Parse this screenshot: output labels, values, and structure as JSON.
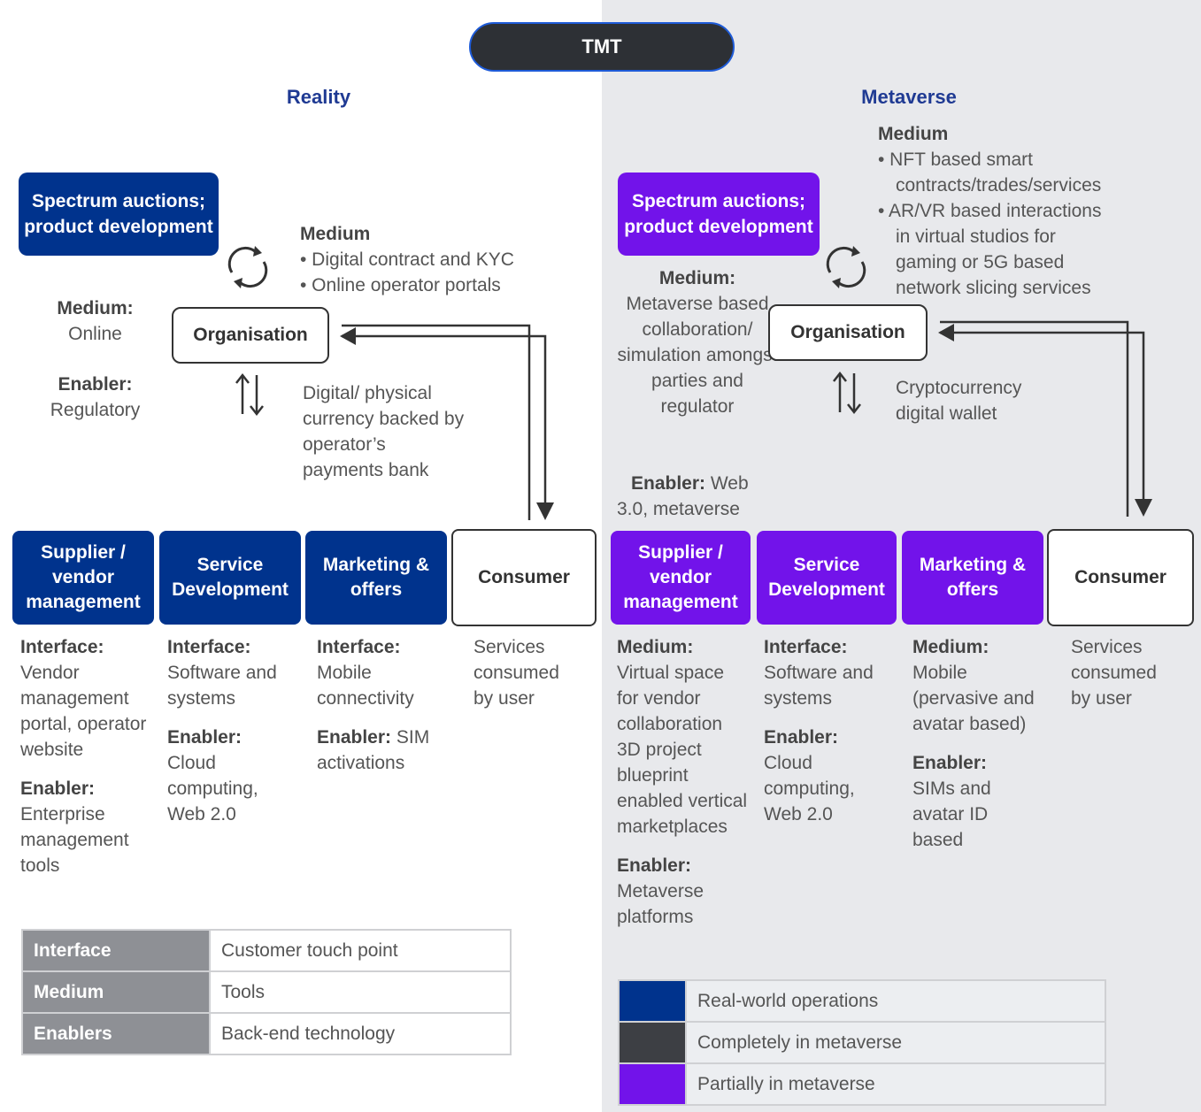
{
  "title": "TMT",
  "reality": {
    "heading": "Reality",
    "top_box": "Spectrum auctions; product development",
    "medium_top_label": "Medium",
    "medium_top_items": [
      "• Digital contract and KYC",
      "• Online operator portals"
    ],
    "side_medium_label": "Medium:",
    "side_medium_value": "Online",
    "side_enabler_label": "Enabler:",
    "side_enabler_value": "Regulatory",
    "organisation": "Organisation",
    "currency_text": "Digital/ physical currency backed by operator’s payments bank",
    "columns": [
      {
        "title": "Supplier / vendor management",
        "lines": [
          {
            "label": "Interface:",
            "text": "Vendor management portal, operator website"
          },
          {
            "label": "Enabler:",
            "text": "Enterprise management tools"
          }
        ]
      },
      {
        "title": "Service Development",
        "lines": [
          {
            "label": "Interface:",
            "text": "Software and systems"
          },
          {
            "label": "Enabler:",
            "text": "Cloud computing, Web 2.0"
          }
        ]
      },
      {
        "title": "Marketing & offers",
        "lines": [
          {
            "label": "Interface:",
            "text": "Mobile connectivity"
          },
          {
            "label": "Enabler:",
            "text": "SIM activations"
          }
        ]
      },
      {
        "title": "Consumer",
        "lines": [
          {
            "label": "",
            "text": "Services consumed by user"
          }
        ]
      }
    ],
    "legend": [
      {
        "key": "Interface",
        "value": "Customer touch point"
      },
      {
        "key": "Medium",
        "value": "Tools"
      },
      {
        "key": "Enablers",
        "value": "Back-end technology"
      }
    ]
  },
  "metaverse": {
    "heading": "Metaverse",
    "medium_top_label": "Medium",
    "medium_top_items": [
      "• NFT based smart",
      "contracts/trades/services",
      "• AR/VR based interactions",
      "in virtual studios for",
      "gaming or 5G based",
      "network slicing services"
    ],
    "top_box": "Spectrum auctions; product development",
    "side_medium_label": "Medium:",
    "side_medium_value": "Metaverse based collaboration/ simulation amongst parties and regulator",
    "side_enabler_label": "Enabler:",
    "side_enabler_value": " Web 3.0, metaverse",
    "organisation": "Organisation",
    "currency_text": "Cryptocurrency digital wallet",
    "columns": [
      {
        "title": "Supplier / vendor management",
        "lines": [
          {
            "label": "Medium:",
            "text": "Virtual space for vendor collaboration 3D project blueprint enabled vertical marketplaces"
          },
          {
            "label": "Enabler:",
            "text": "Metaverse platforms"
          }
        ]
      },
      {
        "title": "Service Development",
        "lines": [
          {
            "label": "Interface:",
            "text": "Software and systems"
          },
          {
            "label": "Enabler:",
            "text": "Cloud computing, Web 2.0"
          }
        ]
      },
      {
        "title": "Marketing & offers",
        "lines": [
          {
            "label": "Medium:",
            "text": "Mobile (pervasive and avatar based)"
          },
          {
            "label": "Enabler:",
            "text": "SIMs and avatar ID based"
          }
        ]
      },
      {
        "title": "Consumer",
        "lines": [
          {
            "label": "",
            "text": "Services consumed by user"
          }
        ]
      }
    ],
    "legend": [
      {
        "color": "#00338d",
        "label": "Real-world operations"
      },
      {
        "color": "#3d3f44",
        "label": "Completely in metaverse"
      },
      {
        "color": "#7213ea",
        "label": "Partially in metaverse"
      }
    ]
  }
}
